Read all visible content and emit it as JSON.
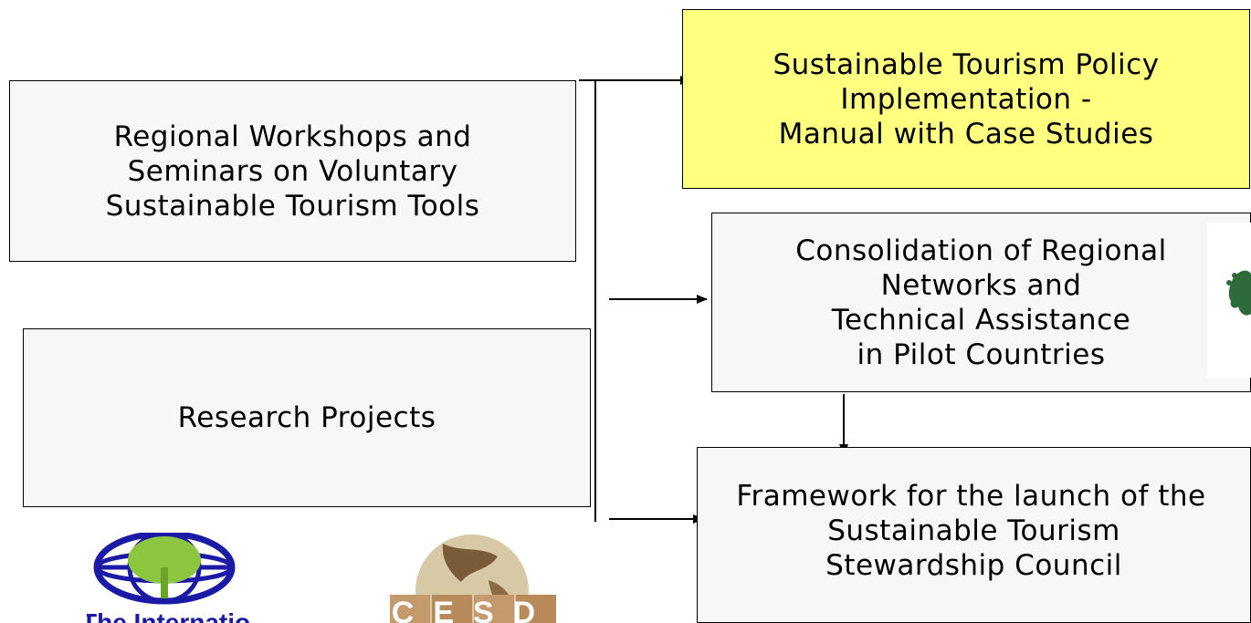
{
  "boxes": {
    "workshops": [
      "Regional Workshops and",
      "Seminars on Voluntary",
      "Sustainable Tourism Tools"
    ],
    "research": [
      "Research Projects"
    ],
    "manual": [
      "Sustainable Tourism Policy",
      "Implementation -",
      "Manual with Case Studies"
    ],
    "consolidation": [
      "Consolidation of Regional",
      "Networks and",
      "Technical Assistance",
      "in Pilot Countries"
    ],
    "framework": [
      "Framework for the launch of the",
      "Sustainable Tourism",
      "Stewardship Council"
    ]
  },
  "logos": {
    "left": {
      "text": "The International",
      "color": "#1a1aa6"
    },
    "right": {
      "text": "CESD",
      "color": "#c08040"
    }
  },
  "colors": {
    "highlight_box": "#ffff80",
    "box": "#f7f7f7",
    "stroke": "#000000"
  }
}
